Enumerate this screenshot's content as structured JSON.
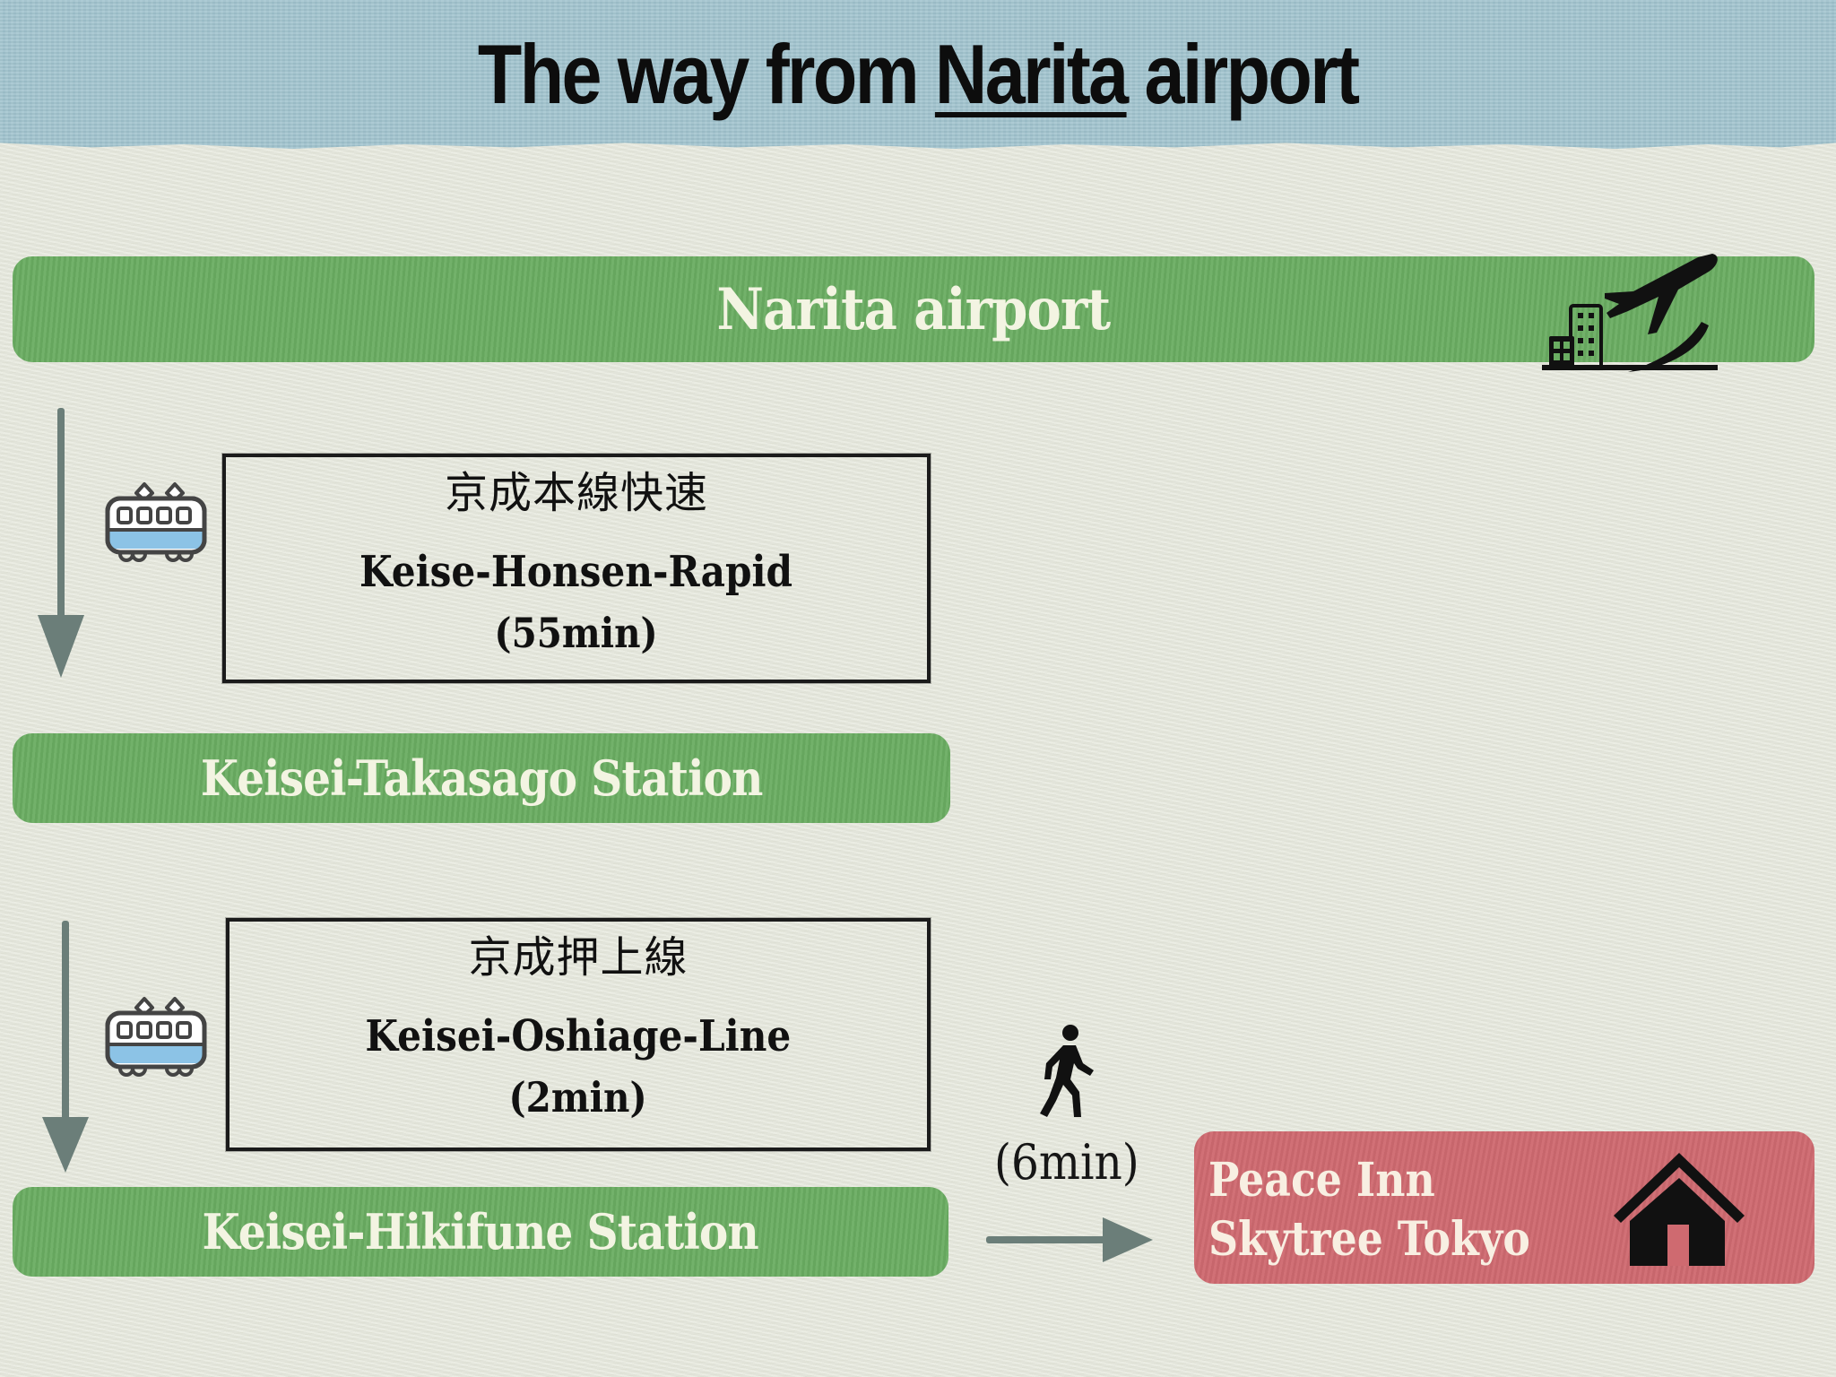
{
  "header": {
    "title_prefix": "The way from ",
    "title_emphasis": "Narita",
    "title_suffix": " airport",
    "background_color": "#a1c4cf"
  },
  "origin": {
    "label": "Narita airport",
    "icon": "airport-departure-icon",
    "color": "#6aad62"
  },
  "segments": [
    {
      "mode": "train",
      "icon": "train-icon",
      "line_jp": "京成本線快速",
      "line_en": "Keise-Honsen-Rapid",
      "duration": "(55min)"
    },
    {
      "mode": "train",
      "icon": "train-icon",
      "line_jp": "京成押上線",
      "line_en": "Keisei-Oshiage-Line",
      "duration": "(2min)"
    },
    {
      "mode": "walk",
      "icon": "walking-person-icon",
      "duration": "(6min)"
    }
  ],
  "stations": [
    {
      "label": "Keisei-Takasago Station"
    },
    {
      "label": "Keisei-Hikifune Station"
    }
  ],
  "destination": {
    "line1": "Peace Inn",
    "line2": "Skytree Tokyo",
    "icon": "house-icon",
    "color": "#cf6a70"
  },
  "colors": {
    "station_green": "#6aad62",
    "destination_red": "#cf6a70",
    "arrow_gray": "#6b7e79",
    "background": "#e6e8dc",
    "train_stripe": "#8cc3e6"
  }
}
